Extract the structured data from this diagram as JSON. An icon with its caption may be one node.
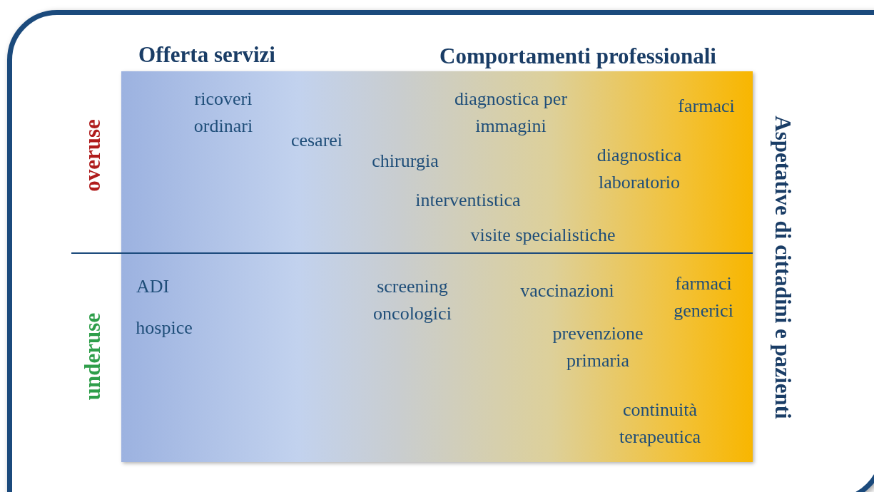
{
  "diagram": {
    "labels": [
      "Offerta servizi",
      "Comportamenti professionali",
      "overuse",
      "ricoveri ordinari",
      "diagnostica per immagini",
      "farmaci",
      "cesarei",
      "chirurgia",
      "diagnostica laboratorio",
      "interventistica",
      "visite specialistiche",
      "Aspetative di cittadini e pazienti",
      "underuse",
      "ADI",
      "screening oncologici",
      "vaccinazioni",
      "farmaci generici",
      "hospice",
      "prevenzione primaria",
      "continuità terapeutica"
    ]
  }
}
